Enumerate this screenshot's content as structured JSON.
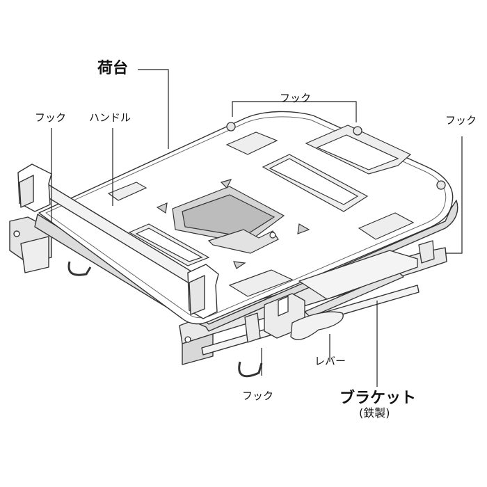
{
  "labels": {
    "carrier": "荷台",
    "handle": "ハンドル",
    "hook_left": "フック",
    "hook_top": "フック",
    "hook_right": "フック",
    "hook_bottom": "フック",
    "lever": "レバー",
    "bracket": "ブラケット",
    "bracket_material": "(鉄製)"
  },
  "colors": {
    "outline": "#333333",
    "face": "#ffffff",
    "shade": "#e9e9e9",
    "deep": "#c9c9c9",
    "leader": "#222222"
  }
}
